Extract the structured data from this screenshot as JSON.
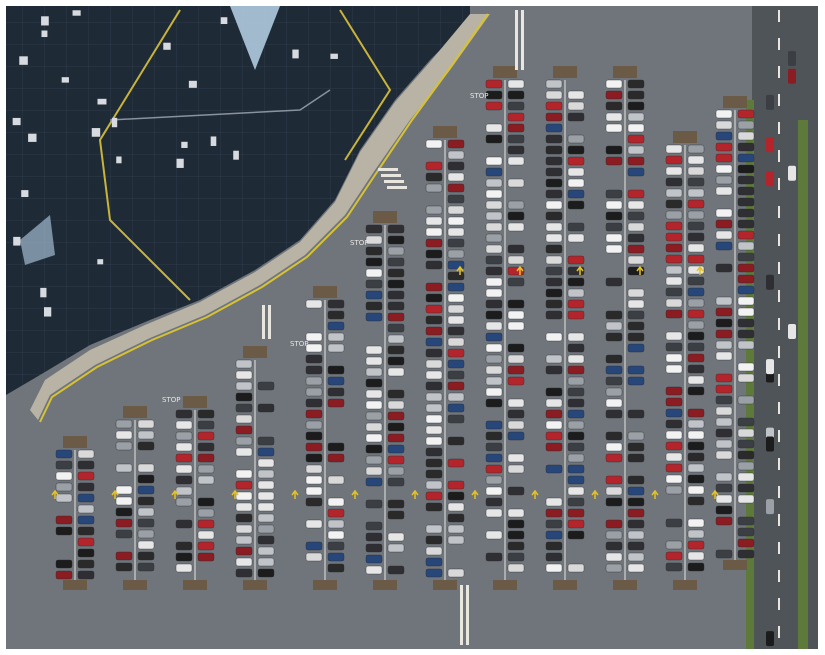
{
  "scene": {
    "kind": "aerial-photo",
    "subject": "shopping-mall-parking-lot",
    "painted_text": {
      "stop": "STOP"
    },
    "colors": {
      "border": "#ffffff",
      "roof": "#1f2a37",
      "roof_grid": "#3a4656",
      "roof_trim": "#c9b43a",
      "skylight": "#b8d4e8",
      "asphalt": "#6f757b",
      "asphalt_dark": "#5f656b",
      "sidewalk": "#b9b3a5",
      "lane_line": "#e8e6df",
      "yellow_arrow": "#e4c22a",
      "grass": "#5e7a3a",
      "road": "#4f5458",
      "curb_yellow": "#d8c230",
      "car_colors": [
        "#f2f2f2",
        "#e6e6e6",
        "#1c1c1c",
        "#2a2a2a",
        "#9aa0a6",
        "#c0c4c8",
        "#b3242b",
        "#8a1c22",
        "#27467a",
        "#2f2f33",
        "#d9d9d9",
        "#3b3f44"
      ]
    }
  }
}
